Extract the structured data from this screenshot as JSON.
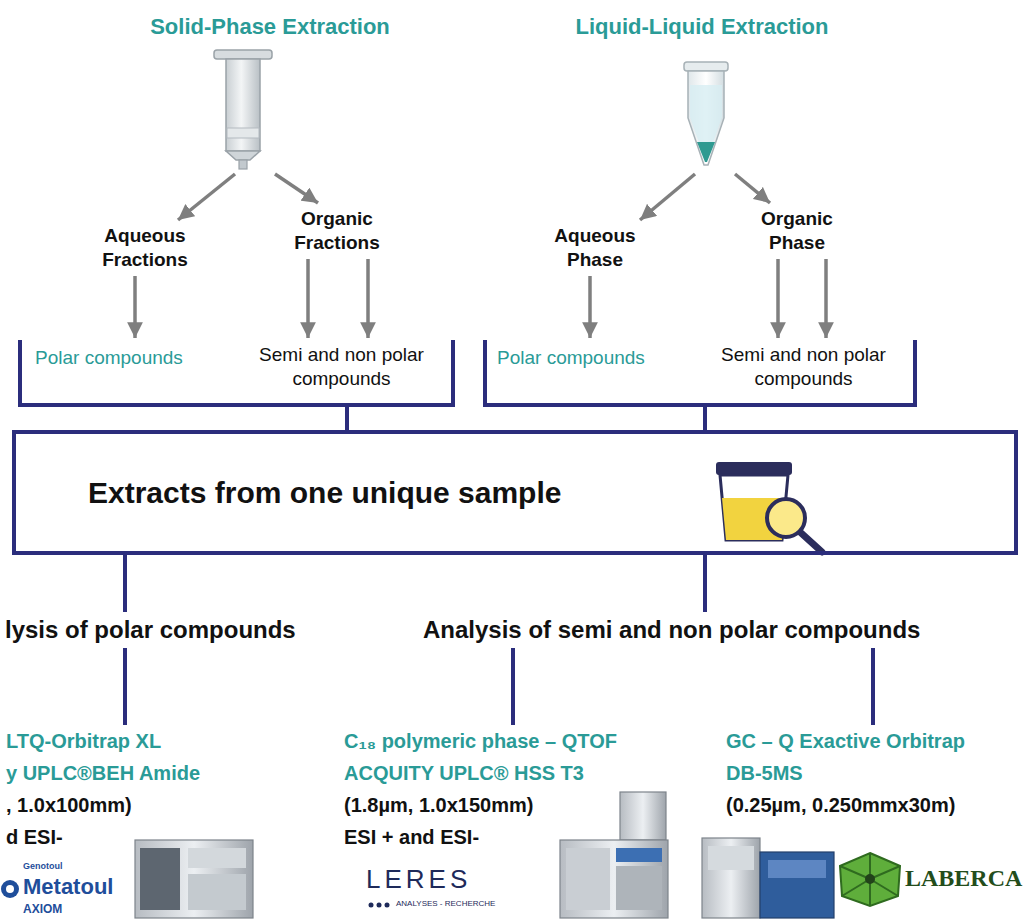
{
  "diagram": {
    "nodes": [
      {
        "text": [
          "Solid-Phase Extraction"
        ]
      },
      {
        "text": [
          "Aqueous Fractions"
        ]
      },
      {
        "text": [
          "Organic Fractions"
        ]
      },
      {
        "text": [
          "Polar compounds"
        ]
      },
      {
        "text": [
          "Semi and non polar compounds"
        ]
      },
      {
        "text": [
          "Liquid-Liquid Extraction"
        ]
      },
      {
        "text": [
          "Aqueous Phase"
        ]
      },
      {
        "text": [
          "Organic Phase"
        ]
      },
      {
        "text": [
          "Polar compounds"
        ]
      },
      {
        "text": [
          "Semi and non polar compounds"
        ]
      },
      {
        "text": [
          "Extracts from one unique sample"
        ]
      },
      {
        "text": [
          "lysis of polar compounds"
        ]
      },
      {
        "text": [
          "Analysis of semi and non polar compounds"
        ]
      },
      {
        "text": [
          "LTQ-Orbitrap XL",
          "y UPLC®BEH Amide",
          ", 1.0x100mm)",
          "d ESI-"
        ]
      },
      {
        "text": [
          "C₁₈ polymeric phase – QTOF",
          "ACQUITY UPLC® HSS T3",
          "(1.8µm, 1.0x150mm)",
          "ESI + and ESI-"
        ]
      },
      {
        "text": [
          "GC – Q Exactive Orbitrap",
          "DB-5MS",
          "(0.25µm, 0.250mmx30m)"
        ]
      }
    ],
    "edges": [
      {
        "from": 0,
        "to": 1,
        "arrow": "to"
      },
      {
        "from": 0,
        "to": 2,
        "arrow": "to"
      },
      {
        "from": 1,
        "to": 3,
        "arrow": "to"
      },
      {
        "from": 2,
        "to": 4,
        "arrow": "to"
      },
      {
        "from": 2,
        "to": 4,
        "arrow": "to"
      },
      {
        "from": 5,
        "to": 6,
        "arrow": "to"
      },
      {
        "from": 5,
        "to": 7,
        "arrow": "to"
      },
      {
        "from": 6,
        "to": 8,
        "arrow": "to"
      },
      {
        "from": 7,
        "to": 9,
        "arrow": "to"
      },
      {
        "from": 7,
        "to": 9,
        "arrow": "to"
      },
      {
        "from": 3,
        "to": 10,
        "arrow": "none"
      },
      {
        "from": 4,
        "to": 10,
        "arrow": "none"
      },
      {
        "from": 8,
        "to": 10,
        "arrow": "none"
      },
      {
        "from": 9,
        "to": 10,
        "arrow": "none"
      },
      {
        "from": 10,
        "to": 11,
        "arrow": "none"
      },
      {
        "from": 10,
        "to": 12,
        "arrow": "none"
      },
      {
        "from": 11,
        "to": 13,
        "arrow": "none"
      },
      {
        "from": 12,
        "to": 14,
        "arrow": "none"
      },
      {
        "from": 12,
        "to": 15,
        "arrow": "none"
      }
    ],
    "labels": [
      "Genotoul",
      "Metatoul",
      "AXIOM",
      "LERES",
      "ANALYSES - RECHERCHE",
      "LABERCA"
    ]
  }
}
